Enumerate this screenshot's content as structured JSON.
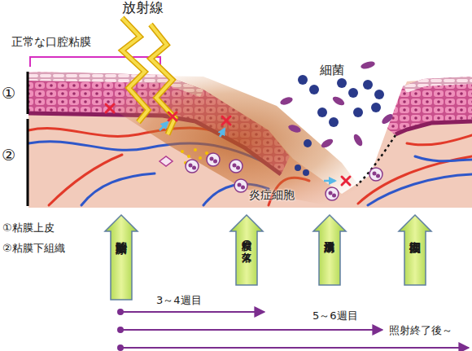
{
  "diagram": {
    "nodes": [
      {
        "text": [
          "治療開始"
        ]
      },
      {
        "text": [
          "粘膜の欠落"
        ]
      },
      {
        "text": [
          "潰瘍形成"
        ]
      },
      {
        "text": [
          "回復期"
        ]
      }
    ],
    "labels": [
      "放射線",
      "正常な口腔粘膜",
      "①",
      "②",
      "細菌",
      "炎症細胞",
      "①粘膜上皮",
      "②粘膜下組織",
      "3～4週目",
      "5～6週目",
      "照射終了後～"
    ]
  }
}
